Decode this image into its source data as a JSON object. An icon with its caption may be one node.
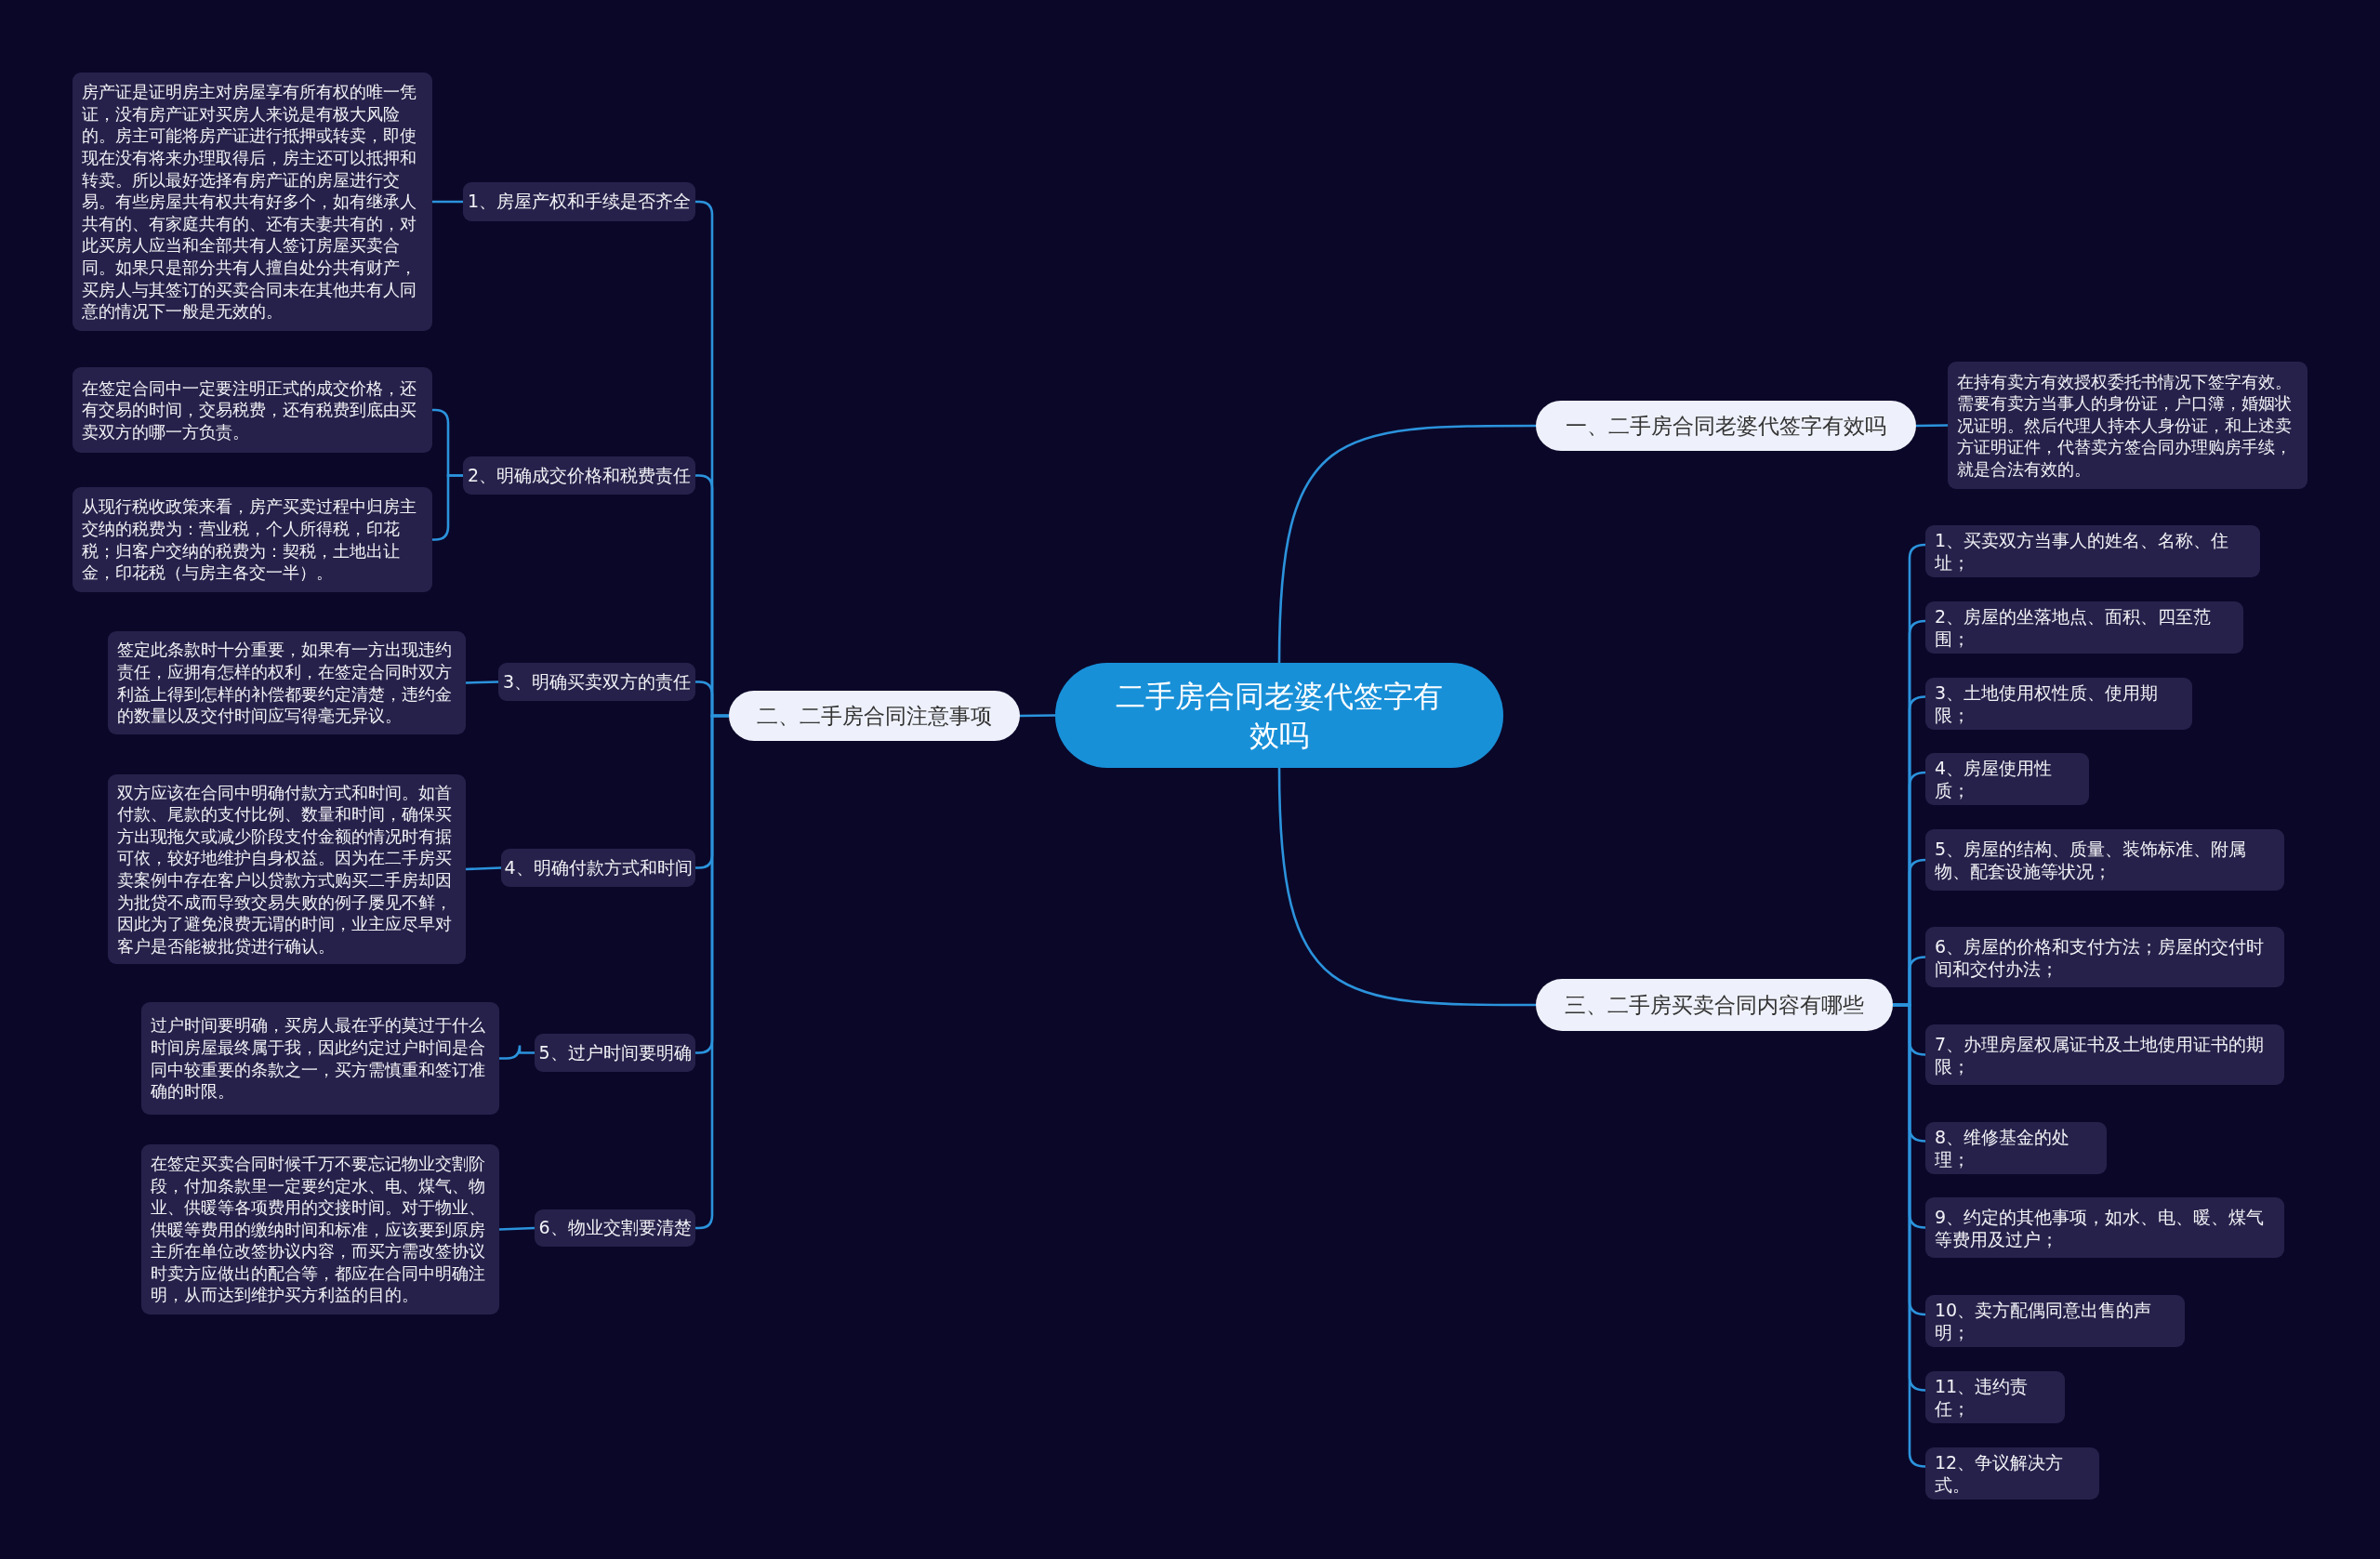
{
  "diagram": {
    "nodes": [
      {
        "text": [
          "二手房合同老婆代签字有效吗"
        ]
      },
      {
        "text": [
          "一、二手房合同老婆代签字有效吗"
        ]
      },
      {
        "text": [
          "在持有卖方有效授权委托书情况下签字有效。需要有卖方当事人的身份证，户口簿，婚姻状况证明。然后代理人持本人身份证，和上述卖方证明证件，代替卖方签合同办理购房手续，就是合法有效的。"
        ]
      },
      {
        "text": [
          "二、二手房合同注意事项"
        ]
      },
      {
        "text": [
          "1、房屋产权和手续是否齐全"
        ]
      },
      {
        "text": [
          "房产证是证明房主对房屋享有所有权的唯一凭证，没有房产证对买房人来说是有极大风险的。房主可能将房产证进行抵押或转卖，即使现在没有将来办理取得后，房主还可以抵押和转卖。所以最好选择有房产证的房屋进行交易。有些房屋共有权共有好多个，如有继承人共有的、有家庭共有的、还有夫妻共有的，对此买房人应当和全部共有人签订房屋买卖合同。如果只是部分共有人擅自处分共有财产，买房人与其签订的买卖合同未在其他共有人同意的情况下一般是无效的。"
        ]
      },
      {
        "text": [
          "2、明确成交价格和税费责任"
        ]
      },
      {
        "text": [
          "在签定合同中一定要注明正式的成交价格，还有交易的时间，交易税费，还有税费到底由买卖双方的哪一方负责。"
        ]
      },
      {
        "text": [
          "从现行税收政策来看，房产买卖过程中归房主交纳的税费为：营业税，个人所得税，印花税；归客户交纳的税费为：契税，土地出让金，印花税（与房主各交一半）。"
        ]
      },
      {
        "text": [
          "3、明确买卖双方的责任"
        ]
      },
      {
        "text": [
          "签定此条款时十分重要，如果有一方出现违约责任，应拥有怎样的权利，在签定合同时双方利益上得到怎样的补偿都要约定清楚，违约金的数量以及交付时间应写得毫无异议。"
        ]
      },
      {
        "text": [
          "4、明确付款方式和时间"
        ]
      },
      {
        "text": [
          "双方应该在合同中明确付款方式和时间。如首付款、尾款的支付比例、数量和时间，确保买方出现拖欠或减少阶段支付金额的情况时有据可依，较好地维护自身权益。因为在二手房买卖案例中存在客户以贷款方式购买二手房却因为批贷不成而导致交易失败的例子屡见不鲜，因此为了避免浪费无谓的时间，业主应尽早对客户是否能被批贷进行确认。"
        ]
      },
      {
        "text": [
          "5、过户时间要明确"
        ]
      },
      {
        "text": [
          "过户时间要明确，买房人最在乎的莫过于什么时间房屋最终属于我，因此约定过户时间是合同中较重要的条款之一，买方需慎重和签订准确的时限。"
        ]
      },
      {
        "text": [
          "6、物业交割要清楚"
        ]
      },
      {
        "text": [
          "在签定买卖合同时候千万不要忘记物业交割阶段，付加条款里一定要约定水、电、煤气、物业、供暖等各项费用的交接时间。对于物业、供暖等费用的缴纳时间和标准，应该要到原房主所在单位改签协议内容，而买方需改签协议时卖方应做出的配合等，都应在合同中明确注明，从而达到维护买方利益的目的。"
        ]
      },
      {
        "text": [
          "三、二手房买卖合同内容有哪些"
        ]
      },
      {
        "text": [
          "1、买卖双方当事人的姓名、名称、住址；"
        ]
      },
      {
        "text": [
          "2、房屋的坐落地点、面积、四至范围；"
        ]
      },
      {
        "text": [
          "3、土地使用权性质、使用期限；"
        ]
      },
      {
        "text": [
          "4、房屋使用性质；"
        ]
      },
      {
        "text": [
          "5、房屋的结构、质量、装饰标准、附属物、配套设施等状况；"
        ]
      },
      {
        "text": [
          "6、房屋的价格和支付方法；房屋的交付时间和交付办法；"
        ]
      },
      {
        "text": [
          "7、办理房屋权属证书及土地使用证书的期限；"
        ]
      },
      {
        "text": [
          "8、维修基金的处理；"
        ]
      },
      {
        "text": [
          "9、约定的其他事项，如水、电、暖、煤气等费用及过户；"
        ]
      },
      {
        "text": [
          "10、卖方配偶同意出售的声明；"
        ]
      },
      {
        "text": [
          "11、违约责任；"
        ]
      },
      {
        "text": [
          "12、争议解决方式。"
        ]
      }
    ],
    "edges": [
      {
        "from": 0,
        "to": 1,
        "arrow": "none"
      },
      {
        "from": 1,
        "to": 2,
        "arrow": "none"
      },
      {
        "from": 0,
        "to": 3,
        "arrow": "none"
      },
      {
        "from": 3,
        "to": 4,
        "arrow": "none"
      },
      {
        "from": 4,
        "to": 5,
        "arrow": "none"
      },
      {
        "from": 3,
        "to": 6,
        "arrow": "none"
      },
      {
        "from": 6,
        "to": 7,
        "arrow": "none"
      },
      {
        "from": 6,
        "to": 8,
        "arrow": "none"
      },
      {
        "from": 3,
        "to": 9,
        "arrow": "none"
      },
      {
        "from": 9,
        "to": 10,
        "arrow": "none"
      },
      {
        "from": 3,
        "to": 11,
        "arrow": "none"
      },
      {
        "from": 11,
        "to": 12,
        "arrow": "none"
      },
      {
        "from": 3,
        "to": 13,
        "arrow": "none"
      },
      {
        "from": 13,
        "to": 14,
        "arrow": "none"
      },
      {
        "from": 3,
        "to": 15,
        "arrow": "none"
      },
      {
        "from": 15,
        "to": 16,
        "arrow": "none"
      },
      {
        "from": 0,
        "to": 17,
        "arrow": "none"
      },
      {
        "from": 17,
        "to": 18,
        "arrow": "none"
      },
      {
        "from": 17,
        "to": 19,
        "arrow": "none"
      },
      {
        "from": 17,
        "to": 20,
        "arrow": "none"
      },
      {
        "from": 17,
        "to": 21,
        "arrow": "none"
      },
      {
        "from": 17,
        "to": 22,
        "arrow": "none"
      },
      {
        "from": 17,
        "to": 23,
        "arrow": "none"
      },
      {
        "from": 17,
        "to": 24,
        "arrow": "none"
      },
      {
        "from": 17,
        "to": 25,
        "arrow": "none"
      },
      {
        "from": 17,
        "to": 26,
        "arrow": "none"
      },
      {
        "from": 17,
        "to": 27,
        "arrow": "none"
      },
      {
        "from": 17,
        "to": 28,
        "arrow": "none"
      },
      {
        "from": 17,
        "to": 29,
        "arrow": "none"
      }
    ]
  }
}
